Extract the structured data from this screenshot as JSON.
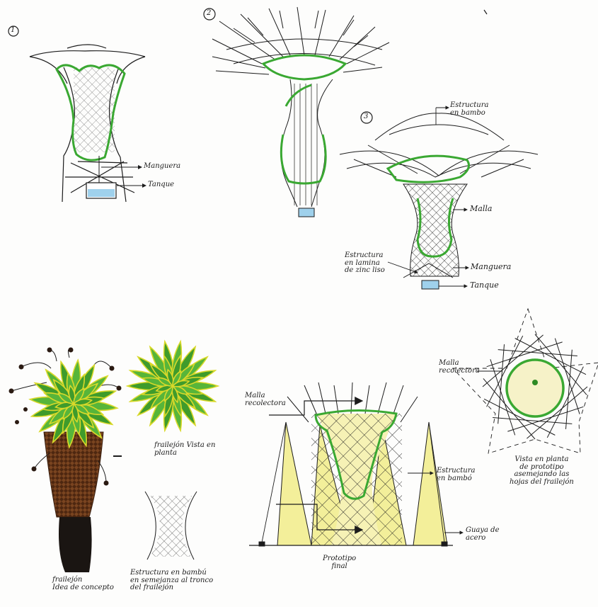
{
  "sketches": {
    "step_numbers": [
      "1",
      "2",
      "3"
    ]
  },
  "labels": {
    "manguera": "Manguera",
    "tanque": "Tanque",
    "estructura_bambu": "Estructura\nen bambo",
    "malla": "Malla",
    "estructura_zinc": "Estructura\nen lamina\nde zinc liso",
    "manguera_3": "Manguera",
    "tanque_3": "Tanque",
    "frailejon": "frailejón\nIdea de concepto",
    "frailejon_vista": "frailejón Vista en\nplanta",
    "estructura_tronco": "Estructura en bambú\nen semejanza al tronco\ndel frailejón",
    "malla_recolectora": "Malla\nrecolectora",
    "estructura_bambo_final": "Estructura\nen bambó",
    "guaya": "Guaya de\nacero",
    "prototipo": "Prototipo\nfinal",
    "malla_recolectora_plan": "Malla\nrecolectora",
    "vista_planta": "Vista en planta\nde prototipo\nasemejando las\nhojas del frailejón"
  },
  "colors": {
    "ink": "#1c1c1c",
    "green": "#3aa832",
    "yellow_fill": "#f3ef9a",
    "water": "#9fd1ec",
    "trunk_brown": "#6b3a1c",
    "trunk_dark": "#1a1512",
    "leaf_green": "#3f9b2c",
    "leaf_yellow": "#d9d92a"
  }
}
